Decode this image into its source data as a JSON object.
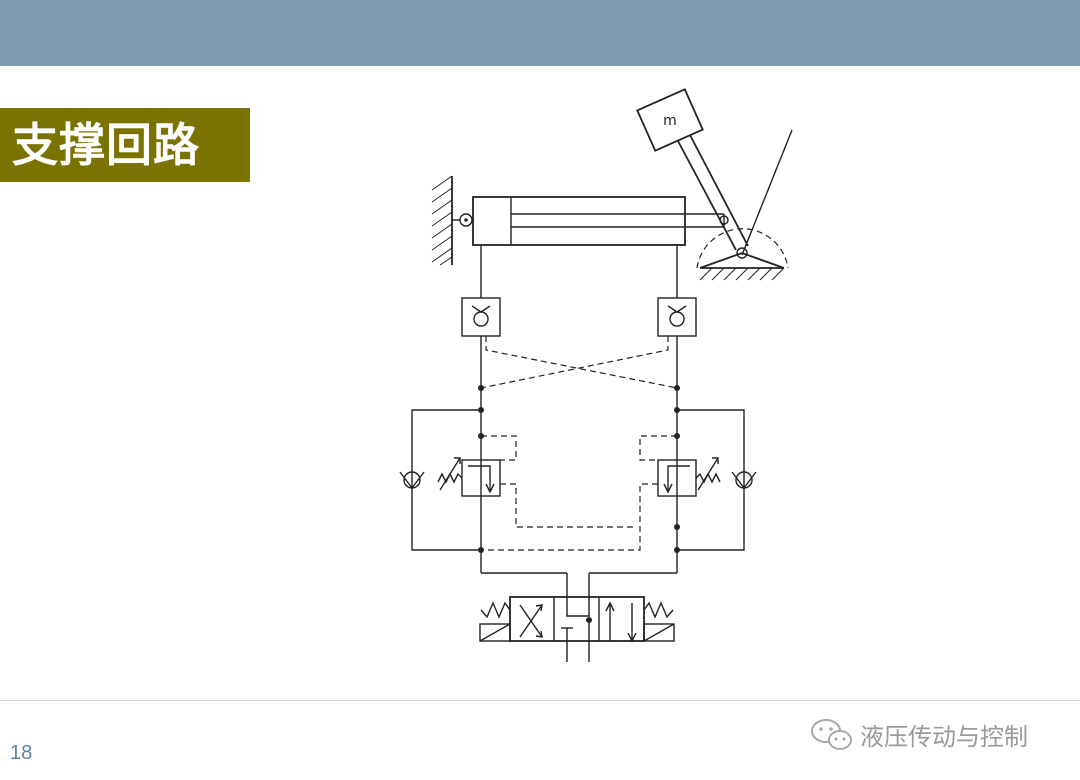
{
  "header": {
    "title": "支撑回路"
  },
  "diagram": {
    "mass_label": "m"
  },
  "footer": {
    "page_number": "18",
    "watermark": "液压传动与控制"
  },
  "colors": {
    "top_bar": "#7f9cae",
    "title_bg": "#7b7301",
    "title_text": "#ffffff",
    "page_number": "#5a86a8"
  }
}
